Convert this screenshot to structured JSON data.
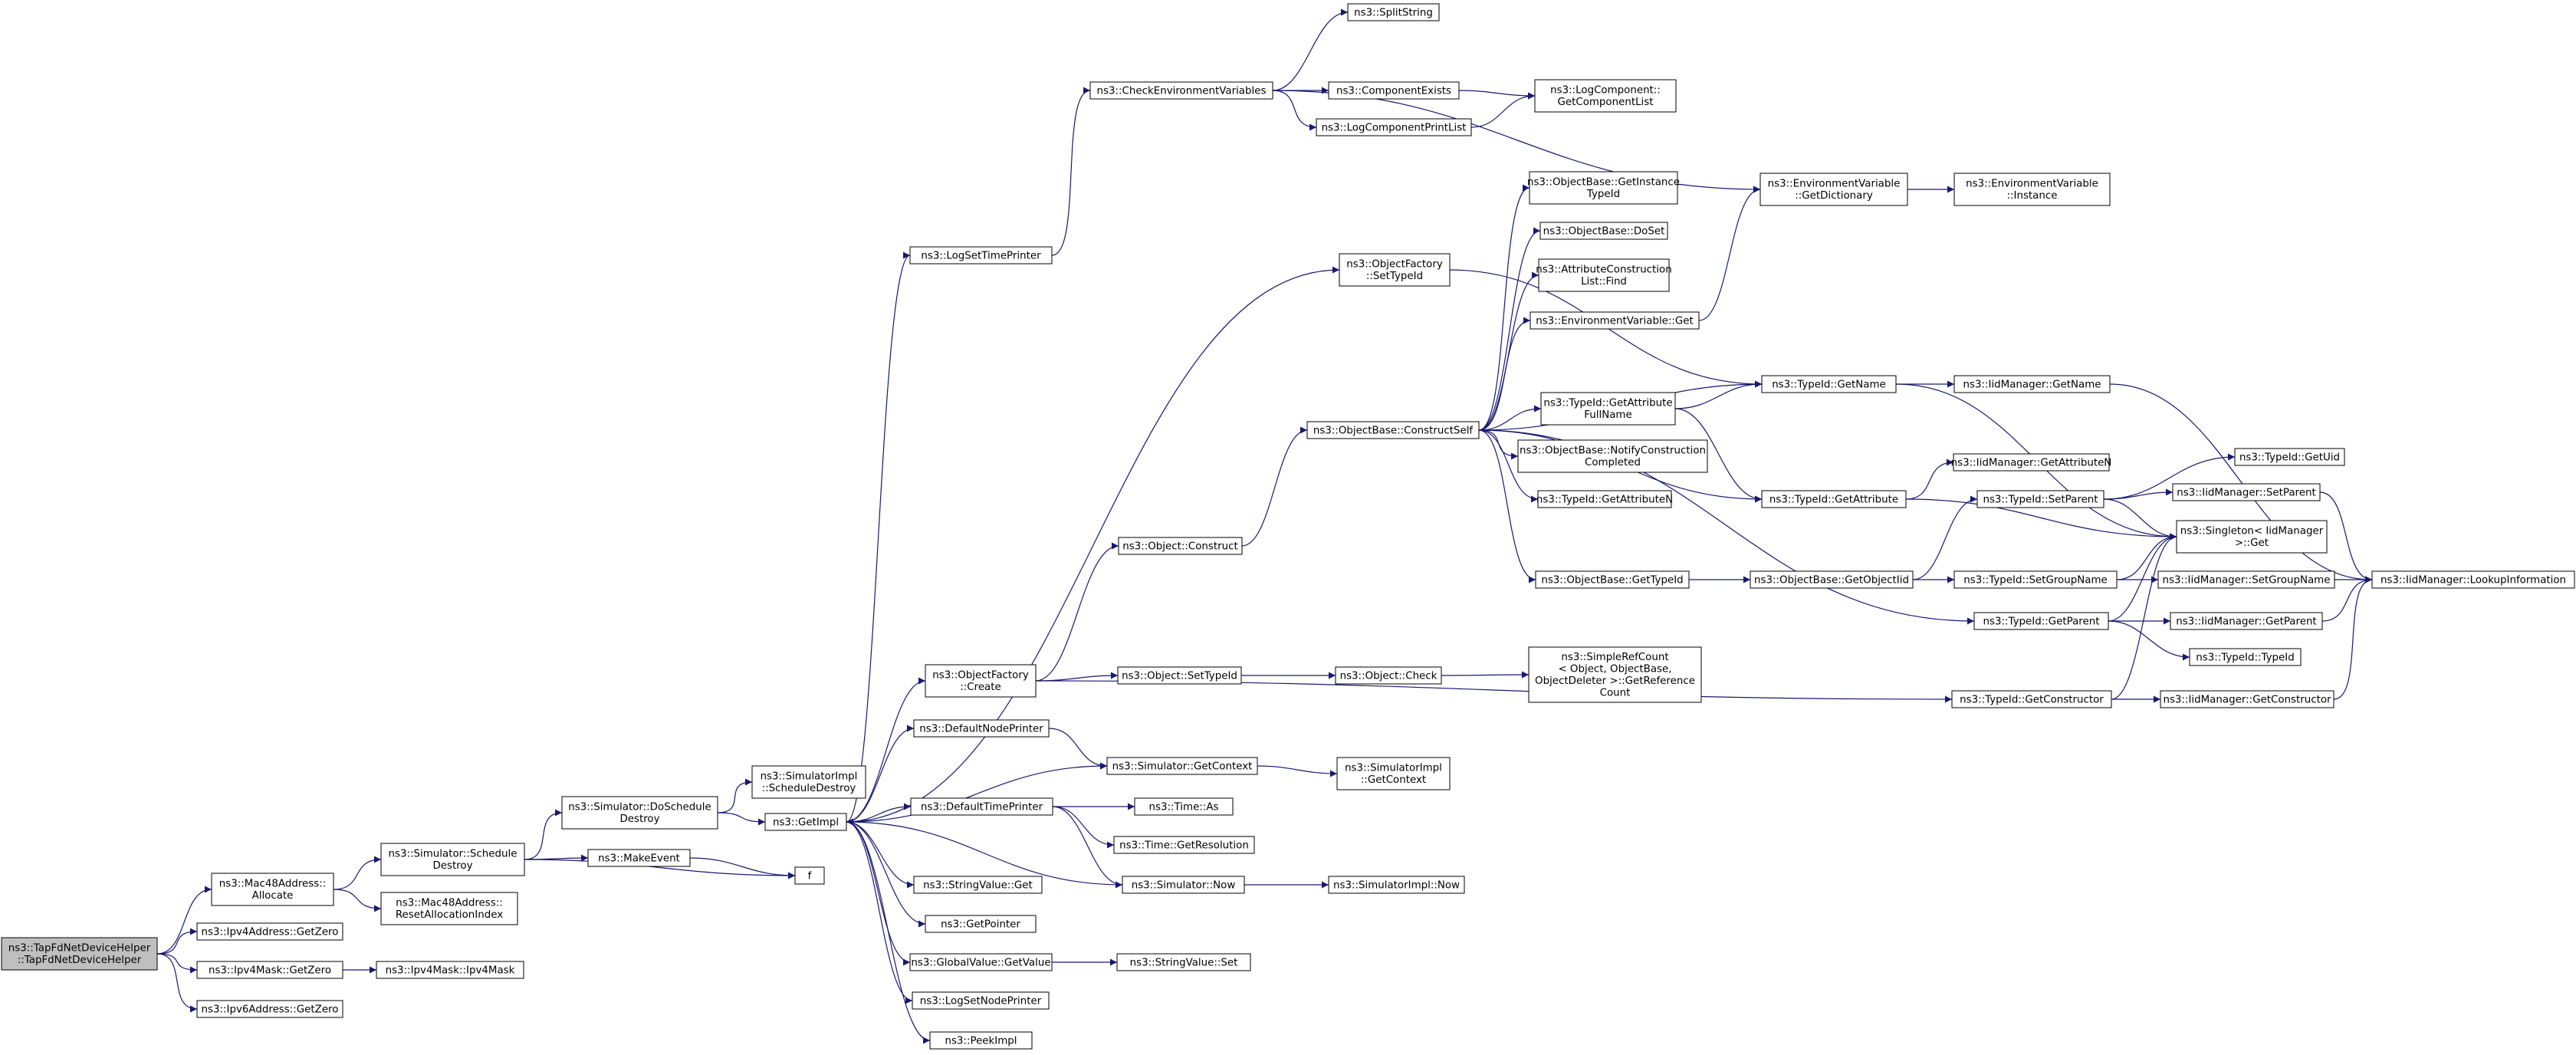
{
  "nodes": [
    {
      "id": "root",
      "lines": [
        "ns3::TapFdNetDeviceHelper",
        "::TapFdNetDeviceHelper"
      ]
    },
    {
      "id": "mac_alloc",
      "lines": [
        "ns3::Mac48Address::",
        "Allocate"
      ]
    },
    {
      "id": "ipv4a_zero",
      "lines": [
        "ns3::Ipv4Address::GetZero"
      ]
    },
    {
      "id": "ipv4m_zero",
      "lines": [
        "ns3::Ipv4Mask::GetZero"
      ]
    },
    {
      "id": "ipv6_zero",
      "lines": [
        "ns3::Ipv6Address::GetZero"
      ]
    },
    {
      "id": "ipv4m_ctor",
      "lines": [
        "ns3::Ipv4Mask::Ipv4Mask"
      ]
    },
    {
      "id": "sched_destroy",
      "lines": [
        "ns3::Simulator::Schedule",
        "Destroy"
      ]
    },
    {
      "id": "mac_reset",
      "lines": [
        "ns3::Mac48Address::",
        "ResetAllocationIndex"
      ]
    },
    {
      "id": "do_sched",
      "lines": [
        "ns3::Simulator::DoSchedule",
        "Destroy"
      ]
    },
    {
      "id": "make_event",
      "lines": [
        "ns3::MakeEvent"
      ]
    },
    {
      "id": "f",
      "lines": [
        "f"
      ]
    },
    {
      "id": "simimpl_sched",
      "lines": [
        "ns3::SimulatorImpl",
        "::ScheduleDestroy"
      ]
    },
    {
      "id": "getimpl",
      "lines": [
        "ns3::GetImpl"
      ]
    },
    {
      "id": "logsettime",
      "lines": [
        "ns3::LogSetTimePrinter"
      ]
    },
    {
      "id": "objf_create",
      "lines": [
        "ns3::ObjectFactory",
        "::Create"
      ]
    },
    {
      "id": "def_node",
      "lines": [
        "ns3::DefaultNodePrinter"
      ]
    },
    {
      "id": "def_time",
      "lines": [
        "ns3::DefaultTimePrinter"
      ]
    },
    {
      "id": "strval_get",
      "lines": [
        "ns3::StringValue::Get"
      ]
    },
    {
      "id": "getpointer",
      "lines": [
        "ns3::GetPointer"
      ]
    },
    {
      "id": "gv_getvalue",
      "lines": [
        "ns3::GlobalValue::GetValue"
      ]
    },
    {
      "id": "logsetnode",
      "lines": [
        "ns3::LogSetNodePrinter"
      ]
    },
    {
      "id": "peekimpl",
      "lines": [
        "ns3::PeekImpl"
      ]
    },
    {
      "id": "checkenv",
      "lines": [
        "ns3::CheckEnvironmentVariables"
      ]
    },
    {
      "id": "splitstring",
      "lines": [
        "ns3::SplitString"
      ]
    },
    {
      "id": "compexists",
      "lines": [
        "ns3::ComponentExists"
      ]
    },
    {
      "id": "logcompprint",
      "lines": [
        "ns3::LogComponentPrintList"
      ]
    },
    {
      "id": "logcomp_getlist",
      "lines": [
        "ns3::LogComponent::",
        "GetComponentList"
      ]
    },
    {
      "id": "envvar_getdict",
      "lines": [
        "ns3::EnvironmentVariable",
        "::GetDictionary"
      ]
    },
    {
      "id": "envvar_instance",
      "lines": [
        "ns3::EnvironmentVariable",
        "::Instance"
      ]
    },
    {
      "id": "objf_settypeid",
      "lines": [
        "ns3::ObjectFactory",
        "::SetTypeId"
      ]
    },
    {
      "id": "obj_construct",
      "lines": [
        "ns3::Object::Construct"
      ]
    },
    {
      "id": "obj_settypeid",
      "lines": [
        "ns3::Object::SetTypeId"
      ]
    },
    {
      "id": "obj_check",
      "lines": [
        "ns3::Object::Check"
      ]
    },
    {
      "id": "simplerefcount",
      "lines": [
        "ns3::SimpleRefCount",
        "< Object, ObjectBase,",
        "ObjectDeleter >::GetReference",
        "Count"
      ]
    },
    {
      "id": "sim_getcontext",
      "lines": [
        "ns3::Simulator::GetContext"
      ]
    },
    {
      "id": "simimpl_getcontext",
      "lines": [
        "ns3::SimulatorImpl",
        "::GetContext"
      ]
    },
    {
      "id": "time_as",
      "lines": [
        "ns3::Time::As"
      ]
    },
    {
      "id": "time_getres",
      "lines": [
        "ns3::Time::GetResolution"
      ]
    },
    {
      "id": "sim_now",
      "lines": [
        "ns3::Simulator::Now"
      ]
    },
    {
      "id": "simimpl_now",
      "lines": [
        "ns3::SimulatorImpl::Now"
      ]
    },
    {
      "id": "strval_set",
      "lines": [
        "ns3::StringValue::Set"
      ]
    },
    {
      "id": "ob_constructself",
      "lines": [
        "ns3::ObjectBase::ConstructSelf"
      ]
    },
    {
      "id": "ob_getinsttid",
      "lines": [
        "ns3::ObjectBase::GetInstance",
        "TypeId"
      ]
    },
    {
      "id": "ob_doset",
      "lines": [
        "ns3::ObjectBase::DoSet"
      ]
    },
    {
      "id": "acl_find",
      "lines": [
        "ns3::AttributeConstruction",
        "List::Find"
      ]
    },
    {
      "id": "envvar_get",
      "lines": [
        "ns3::EnvironmentVariable::Get"
      ]
    },
    {
      "id": "tid_getattrfull",
      "lines": [
        "ns3::TypeId::GetAttribute",
        "FullName"
      ]
    },
    {
      "id": "ob_notify",
      "lines": [
        "ns3::ObjectBase::NotifyConstruction",
        "Completed"
      ]
    },
    {
      "id": "tid_getattrn",
      "lines": [
        "ns3::TypeId::GetAttributeN"
      ]
    },
    {
      "id": "ob_gettypeid",
      "lines": [
        "ns3::ObjectBase::GetTypeId"
      ]
    },
    {
      "id": "tid_getname",
      "lines": [
        "ns3::TypeId::GetName"
      ]
    },
    {
      "id": "tid_getattr",
      "lines": [
        "ns3::TypeId::GetAttribute"
      ]
    },
    {
      "id": "ob_getobjtid",
      "lines": [
        "ns3::ObjectBase::GetObjectIid"
      ]
    },
    {
      "id": "iid_getname",
      "lines": [
        "ns3::IidManager::GetName"
      ]
    },
    {
      "id": "iid_getattrn",
      "lines": [
        "ns3::IidManager::GetAttributeN"
      ]
    },
    {
      "id": "tid_setparent",
      "lines": [
        "ns3::TypeId::SetParent"
      ]
    },
    {
      "id": "singleton_get",
      "lines": [
        "ns3::Singleton< IidManager",
        ">::Get"
      ]
    },
    {
      "id": "tid_setgroup",
      "lines": [
        "ns3::TypeId::SetGroupName"
      ]
    },
    {
      "id": "tid_getparent",
      "lines": [
        "ns3::TypeId::GetParent"
      ]
    },
    {
      "id": "tid_getctor",
      "lines": [
        "ns3::TypeId::GetConstructor"
      ]
    },
    {
      "id": "tid_getuid",
      "lines": [
        "ns3::TypeId::GetUid"
      ]
    },
    {
      "id": "iid_setparent",
      "lines": [
        "ns3::IidManager::SetParent"
      ]
    },
    {
      "id": "iid_setgroup",
      "lines": [
        "ns3::IidManager::SetGroupName"
      ]
    },
    {
      "id": "iid_getparent",
      "lines": [
        "ns3::IidManager::GetParent"
      ]
    },
    {
      "id": "tid_typeid",
      "lines": [
        "ns3::TypeId::TypeId"
      ]
    },
    {
      "id": "iid_getctor",
      "lines": [
        "ns3::IidManager::GetConstructor"
      ]
    },
    {
      "id": "iid_lookup",
      "lines": [
        "ns3::IidManager::LookupInformation"
      ]
    }
  ],
  "edges": [
    [
      "root",
      "mac_alloc"
    ],
    [
      "root",
      "ipv4a_zero"
    ],
    [
      "root",
      "ipv4m_zero"
    ],
    [
      "root",
      "ipv6_zero"
    ],
    [
      "ipv4m_zero",
      "ipv4m_ctor"
    ],
    [
      "mac_alloc",
      "sched_destroy"
    ],
    [
      "mac_alloc",
      "mac_reset"
    ],
    [
      "sched_destroy",
      "do_sched"
    ],
    [
      "sched_destroy",
      "make_event"
    ],
    [
      "sched_destroy",
      "f"
    ],
    [
      "make_event",
      "f"
    ],
    [
      "do_sched",
      "simimpl_sched"
    ],
    [
      "do_sched",
      "getimpl"
    ],
    [
      "getimpl",
      "logsettime"
    ],
    [
      "getimpl",
      "objf_settypeid"
    ],
    [
      "getimpl",
      "objf_create"
    ],
    [
      "getimpl",
      "def_node"
    ],
    [
      "getimpl",
      "sim_getcontext"
    ],
    [
      "getimpl",
      "def_time"
    ],
    [
      "getimpl",
      "strval_get"
    ],
    [
      "getimpl",
      "getpointer"
    ],
    [
      "getimpl",
      "gv_getvalue"
    ],
    [
      "getimpl",
      "logsetnode"
    ],
    [
      "getimpl",
      "peekimpl"
    ],
    [
      "logsettime",
      "checkenv"
    ],
    [
      "checkenv",
      "splitstring"
    ],
    [
      "checkenv",
      "compexists"
    ],
    [
      "checkenv",
      "logcompprint"
    ],
    [
      "checkenv",
      "envvar_getdict"
    ],
    [
      "compexists",
      "logcomp_getlist"
    ],
    [
      "logcompprint",
      "logcomp_getlist"
    ],
    [
      "envvar_getdict",
      "envvar_instance"
    ],
    [
      "objf_settypeid",
      "tid_getname"
    ],
    [
      "objf_create",
      "obj_construct"
    ],
    [
      "objf_create",
      "obj_settypeid"
    ],
    [
      "objf_create",
      "tid_getctor"
    ],
    [
      "obj_construct",
      "ob_constructself"
    ],
    [
      "obj_settypeid",
      "obj_check"
    ],
    [
      "obj_check",
      "simplerefcount"
    ],
    [
      "def_node",
      "sim_getcontext"
    ],
    [
      "sim_getcontext",
      "simimpl_getcontext"
    ],
    [
      "def_time",
      "time_as"
    ],
    [
      "def_time",
      "time_getres"
    ],
    [
      "def_time",
      "sim_now"
    ],
    [
      "sim_now",
      "simimpl_now"
    ],
    [
      "sim_now",
      "getimpl"
    ],
    [
      "gv_getvalue",
      "strval_set"
    ],
    [
      "ob_constructself",
      "ob_getinsttid"
    ],
    [
      "ob_constructself",
      "ob_doset"
    ],
    [
      "ob_constructself",
      "acl_find"
    ],
    [
      "ob_constructself",
      "envvar_get"
    ],
    [
      "ob_constructself",
      "tid_getname"
    ],
    [
      "ob_constructself",
      "tid_getattrfull"
    ],
    [
      "ob_constructself",
      "ob_notify"
    ],
    [
      "ob_constructself",
      "tid_getattrn"
    ],
    [
      "ob_constructself",
      "tid_getattr"
    ],
    [
      "ob_constructself",
      "ob_gettypeid"
    ],
    [
      "ob_constructself",
      "tid_getparent"
    ],
    [
      "envvar_get",
      "envvar_getdict"
    ],
    [
      "tid_getattrfull",
      "tid_getname"
    ],
    [
      "tid_getattrfull",
      "tid_getattr"
    ],
    [
      "tid_getname",
      "iid_getname"
    ],
    [
      "tid_getname",
      "singleton_get"
    ],
    [
      "tid_getattr",
      "iid_getattrn"
    ],
    [
      "tid_getattr",
      "singleton_get"
    ],
    [
      "ob_gettypeid",
      "ob_getobjtid"
    ],
    [
      "ob_getobjtid",
      "tid_setparent"
    ],
    [
      "ob_getobjtid",
      "tid_setgroup"
    ],
    [
      "tid_setparent",
      "tid_getuid"
    ],
    [
      "tid_setparent",
      "iid_setparent"
    ],
    [
      "tid_setparent",
      "singleton_get"
    ],
    [
      "tid_setgroup",
      "singleton_get"
    ],
    [
      "tid_setgroup",
      "iid_setgroup"
    ],
    [
      "tid_getparent",
      "singleton_get"
    ],
    [
      "tid_getparent",
      "iid_getparent"
    ],
    [
      "tid_getparent",
      "tid_typeid"
    ],
    [
      "tid_getctor",
      "singleton_get"
    ],
    [
      "tid_getctor",
      "iid_getctor"
    ],
    [
      "iid_getname",
      "iid_lookup"
    ],
    [
      "iid_setparent",
      "iid_lookup"
    ],
    [
      "iid_setgroup",
      "iid_lookup"
    ],
    [
      "iid_getparent",
      "iid_lookup"
    ],
    [
      "iid_getctor",
      "iid_lookup"
    ]
  ],
  "colors": {
    "edge": "#191970",
    "node_border": "#000000",
    "node_fill": "#ffffff",
    "root_fill": "#bfbfbf"
  }
}
